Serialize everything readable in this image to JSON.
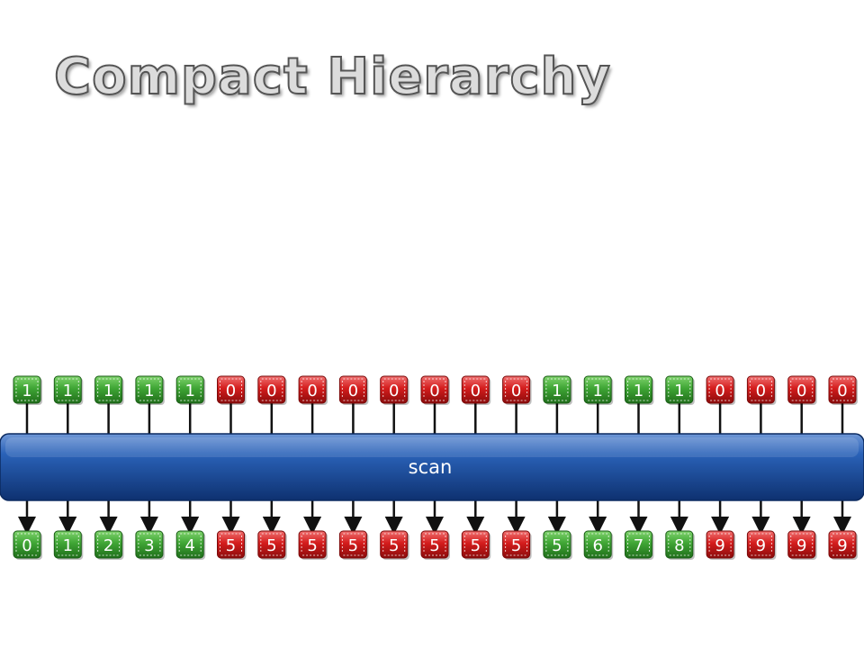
{
  "title": "Compact Hierarchy",
  "scan_label": "scan",
  "colors": {
    "green": "#3fa535",
    "red": "#d41c1c",
    "bar": "#1e50a0",
    "title_fill": "#dcdcdc"
  },
  "input_flags": [
    1,
    1,
    1,
    1,
    1,
    0,
    0,
    0,
    0,
    0,
    0,
    0,
    0,
    1,
    1,
    1,
    1,
    0,
    0,
    0,
    0
  ],
  "output_indices": [
    0,
    1,
    2,
    3,
    4,
    5,
    5,
    5,
    5,
    5,
    5,
    5,
    5,
    5,
    6,
    7,
    8,
    9,
    9,
    9,
    9
  ]
}
